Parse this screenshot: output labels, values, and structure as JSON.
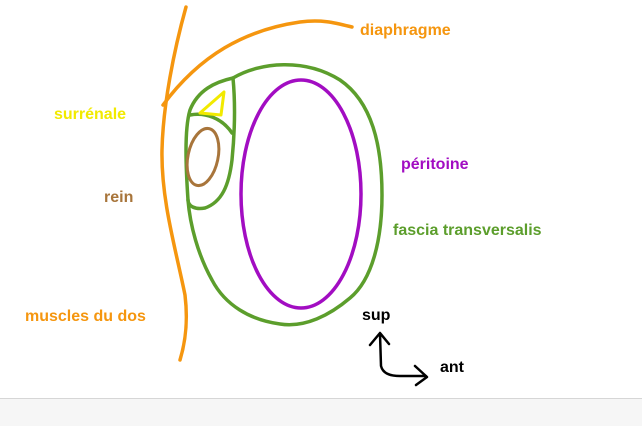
{
  "colors": {
    "orange": "#f5960f",
    "green": "#5c9e2c",
    "purple": "#a20dc2",
    "yellow": "#f2ea00",
    "brown": "#a8753b",
    "black": "#000000"
  },
  "labels": {
    "diaphragme": "diaphragme",
    "surrenale": "surrénale",
    "peritoine": "péritoine",
    "rein": "rein",
    "fascia": "fascia transversalis",
    "muscles": "muscles du dos",
    "sup": "sup",
    "ant": "ant"
  }
}
